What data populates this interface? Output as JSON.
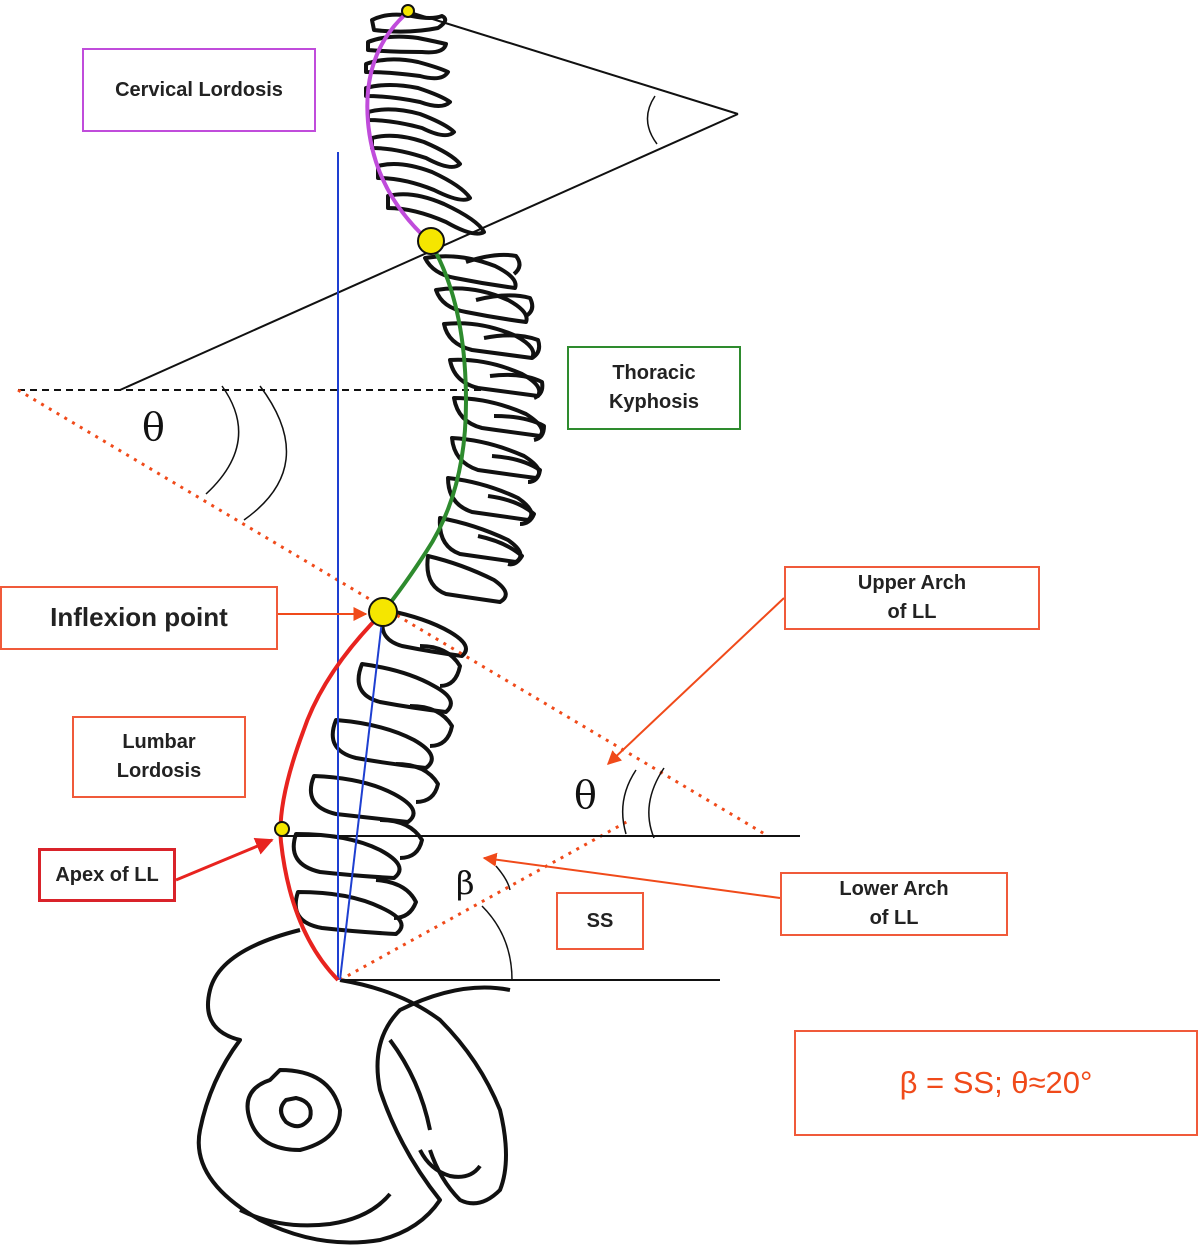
{
  "labels": {
    "cervical": "Cervical Lordosis",
    "thoracic": "Thoracic\nKyphosis",
    "inflexion": "Inflexion point",
    "upper_arch": "Upper Arch\nof LL",
    "lumbar": "Lumbar\nLordosis",
    "apex": "Apex of LL",
    "lower_arch": "Lower Arch\nof LL",
    "ss": "SS",
    "formula": "β = SS; θ≈20°"
  },
  "symbols": {
    "theta_upper": "θ",
    "theta_lower": "θ",
    "beta": "β"
  },
  "colors": {
    "cervical_curve": "#c04cdb",
    "thoracic_curve": "#2e8b2e",
    "lumbar_curve": "#e8231f",
    "plumb_line": "#1e3fd1",
    "arrows": "#f04a1a",
    "inflexion_marker": "#f5e600"
  }
}
